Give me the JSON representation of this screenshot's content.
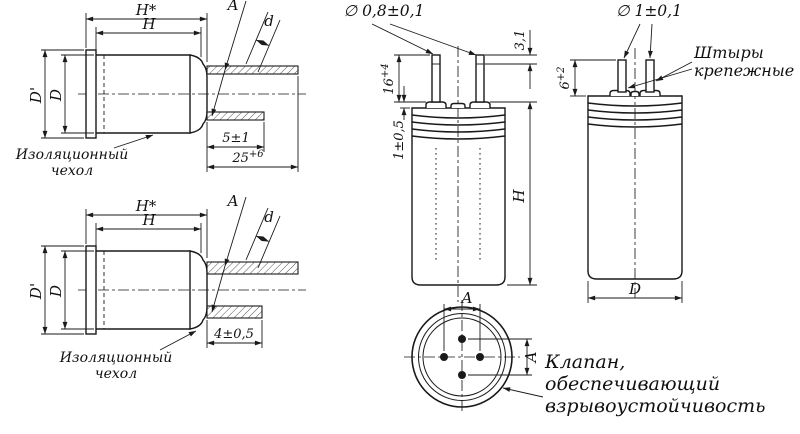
{
  "colors": {
    "ink": "#1a1a1a",
    "background": "#ffffff"
  },
  "view_top_left": {
    "dim_h_star": "H*",
    "dim_h": "H",
    "dim_lead_spacing": "A",
    "dim_lead_dia": "d",
    "dim_sleeve_dia": "D'",
    "dim_case_dia": "D",
    "dim_lead_short": "5±1",
    "dim_lead_long_value": "25",
    "dim_lead_long_tol": "+6",
    "note_sleeve_line1": "Изоляционный",
    "note_sleeve_line2": "чехол"
  },
  "view_bottom_left": {
    "dim_h_star": "H*",
    "dim_h": "H",
    "dim_lead_spacing": "A",
    "dim_lead_dia": "d",
    "dim_sleeve_dia": "D'",
    "dim_case_dia": "D",
    "dim_lead_short": "4±0,5",
    "note_sleeve_line1": "Изоляционный",
    "note_sleeve_line2": "чехол"
  },
  "view_front": {
    "dim_pin_dia": "∅ 0,8±0,1",
    "dim_pin_tip": "3,1",
    "dim_pin_len_value": "16",
    "dim_pin_len_tol": "+4",
    "dim_seal": "1±0,5",
    "dim_height": "H"
  },
  "view_bottom": {
    "dim_pin_spacing_h": "A",
    "dim_pin_spacing_v": "A",
    "note_valve_line1": "Клапан,",
    "note_valve_line2": "обеспечивающий",
    "note_valve_line3": "взрывоустойчивость"
  },
  "view_right": {
    "dim_pin_dia": "∅ 1±0,1",
    "note_pins_line1": "Штыры",
    "note_pins_line2": "крепежные",
    "dim_pin_len_value": "6",
    "dim_pin_len_tol": "+2",
    "dim_case_dia": "D"
  }
}
